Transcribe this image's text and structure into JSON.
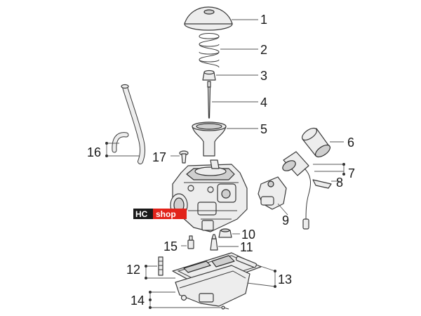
{
  "part_labels": [
    "1",
    "2",
    "3",
    "4",
    "5",
    "6",
    "7",
    "8",
    "9",
    "10",
    "11",
    "12",
    "13",
    "14",
    "15",
    "16",
    "17"
  ],
  "logo": {
    "left": "HC",
    "right": "shop",
    "bg_left": "#1a1a1a",
    "bg_right": "#e2231a"
  }
}
